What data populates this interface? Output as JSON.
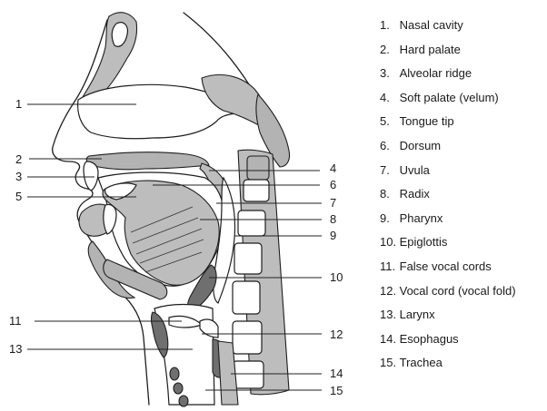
{
  "title": "",
  "legend": [
    {
      "number": "1.",
      "name": "Nasal cavity"
    },
    {
      "number": "2.",
      "name": "Hard palate"
    },
    {
      "number": "3.",
      "name": "Alveolar ridge"
    },
    {
      "number": "4.",
      "name": "Soft palate (velum)"
    },
    {
      "number": "5.",
      "name": "Tongue tip"
    },
    {
      "number": "6.",
      "name": "Dorsum"
    },
    {
      "number": "7.",
      "name": "Uvula"
    },
    {
      "number": "8.",
      "name": "Radix"
    },
    {
      "number": "9.",
      "name": "Pharynx"
    },
    {
      "number": "10.",
      "name": "Epiglottis"
    },
    {
      "number": "11.",
      "name": "False vocal cords"
    },
    {
      "number": "12.",
      "name": "Vocal cord (vocal fold)"
    },
    {
      "number": "13.",
      "name": "Larynx"
    },
    {
      "number": "14.",
      "name": "Esophagus"
    },
    {
      "number": "15.",
      "name": "Trachea"
    }
  ],
  "callouts": [
    "1",
    "2",
    "3",
    "4",
    "5",
    "6",
    "7",
    "8",
    "9",
    "10",
    "11",
    "12",
    "13",
    "14",
    "15"
  ]
}
